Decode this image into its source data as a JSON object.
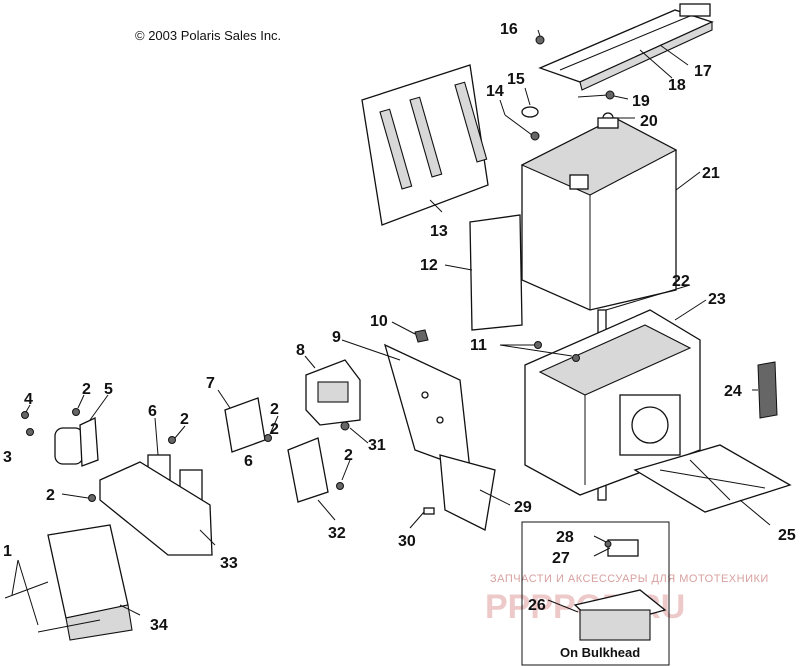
{
  "copyright": "© 2003 Polaris Sales Inc.",
  "inset": {
    "label": "On Bulkhead"
  },
  "watermark": {
    "tagline": "ЗАПЧАСТИ И АКСЕССУАРЫ ДЛЯ МОТОТЕХНИКИ",
    "site": "PPPPOR.RU"
  },
  "callouts": {
    "c1": "1",
    "c2a": "2",
    "c2b": "2",
    "c2c": "2",
    "c2d": "2",
    "c2e": "2",
    "c2f": "2",
    "c3": "3",
    "c4": "4",
    "c5": "5",
    "c6a": "6",
    "c6b": "6",
    "c7": "7",
    "c8": "8",
    "c9": "9",
    "c10": "10",
    "c11": "11",
    "c12": "12",
    "c13": "13",
    "c14": "14",
    "c15": "15",
    "c16": "16",
    "c17": "17",
    "c18": "18",
    "c19": "19",
    "c20": "20",
    "c21": "21",
    "c22": "22",
    "c23": "23",
    "c24": "24",
    "c25": "25",
    "c26": "26",
    "c27": "27",
    "c28": "28",
    "c29": "29",
    "c30": "30",
    "c31": "31",
    "c32": "32",
    "c33": "33",
    "c34": "34"
  }
}
